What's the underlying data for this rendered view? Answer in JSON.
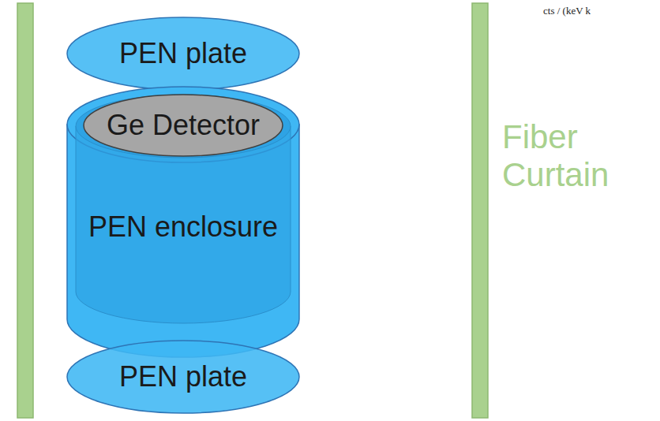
{
  "diagram": {
    "nodes": [
      {
        "text": [
          "PEN plate"
        ]
      },
      {
        "text": [
          "PEN enclosure"
        ]
      },
      {
        "text": [
          "Ge Detector"
        ],
        "in": 1
      },
      {
        "text": [
          "PEN plate"
        ]
      }
    ],
    "labels": [
      "cts / (keV k",
      "Fiber Curtain"
    ]
  }
}
